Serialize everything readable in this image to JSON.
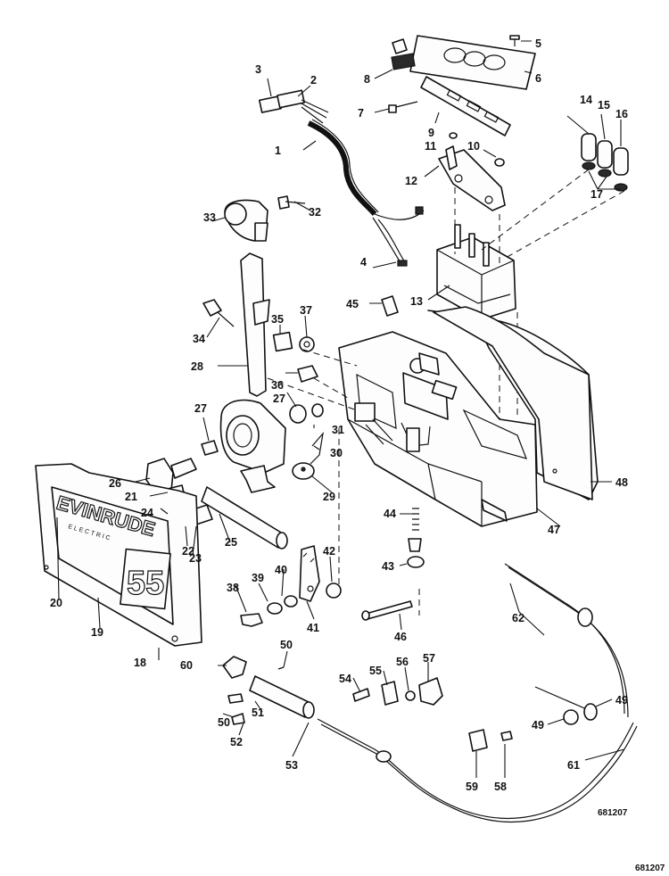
{
  "diagram": {
    "nameplate_brand": "EVINRUDE",
    "nameplate_subtitle": "ELECTRIC",
    "nameplate_number": "55",
    "figure_code_main": "681207",
    "figure_code_corner": "681207",
    "callouts": [
      "1",
      "2",
      "3",
      "4",
      "5",
      "6",
      "7",
      "8",
      "9",
      "10",
      "11",
      "12",
      "13",
      "14",
      "15",
      "16",
      "17",
      "18",
      "19",
      "20",
      "21",
      "22",
      "23",
      "24",
      "25",
      "26",
      "27",
      "27",
      "28",
      "29",
      "30",
      "31",
      "32",
      "33",
      "34",
      "35",
      "36",
      "37",
      "38",
      "39",
      "40",
      "41",
      "42",
      "43",
      "44",
      "45",
      "46",
      "47",
      "48",
      "49",
      "49",
      "50",
      "50",
      "51",
      "52",
      "53",
      "54",
      "55",
      "56",
      "57",
      "58",
      "59",
      "60",
      "61",
      "62"
    ]
  }
}
